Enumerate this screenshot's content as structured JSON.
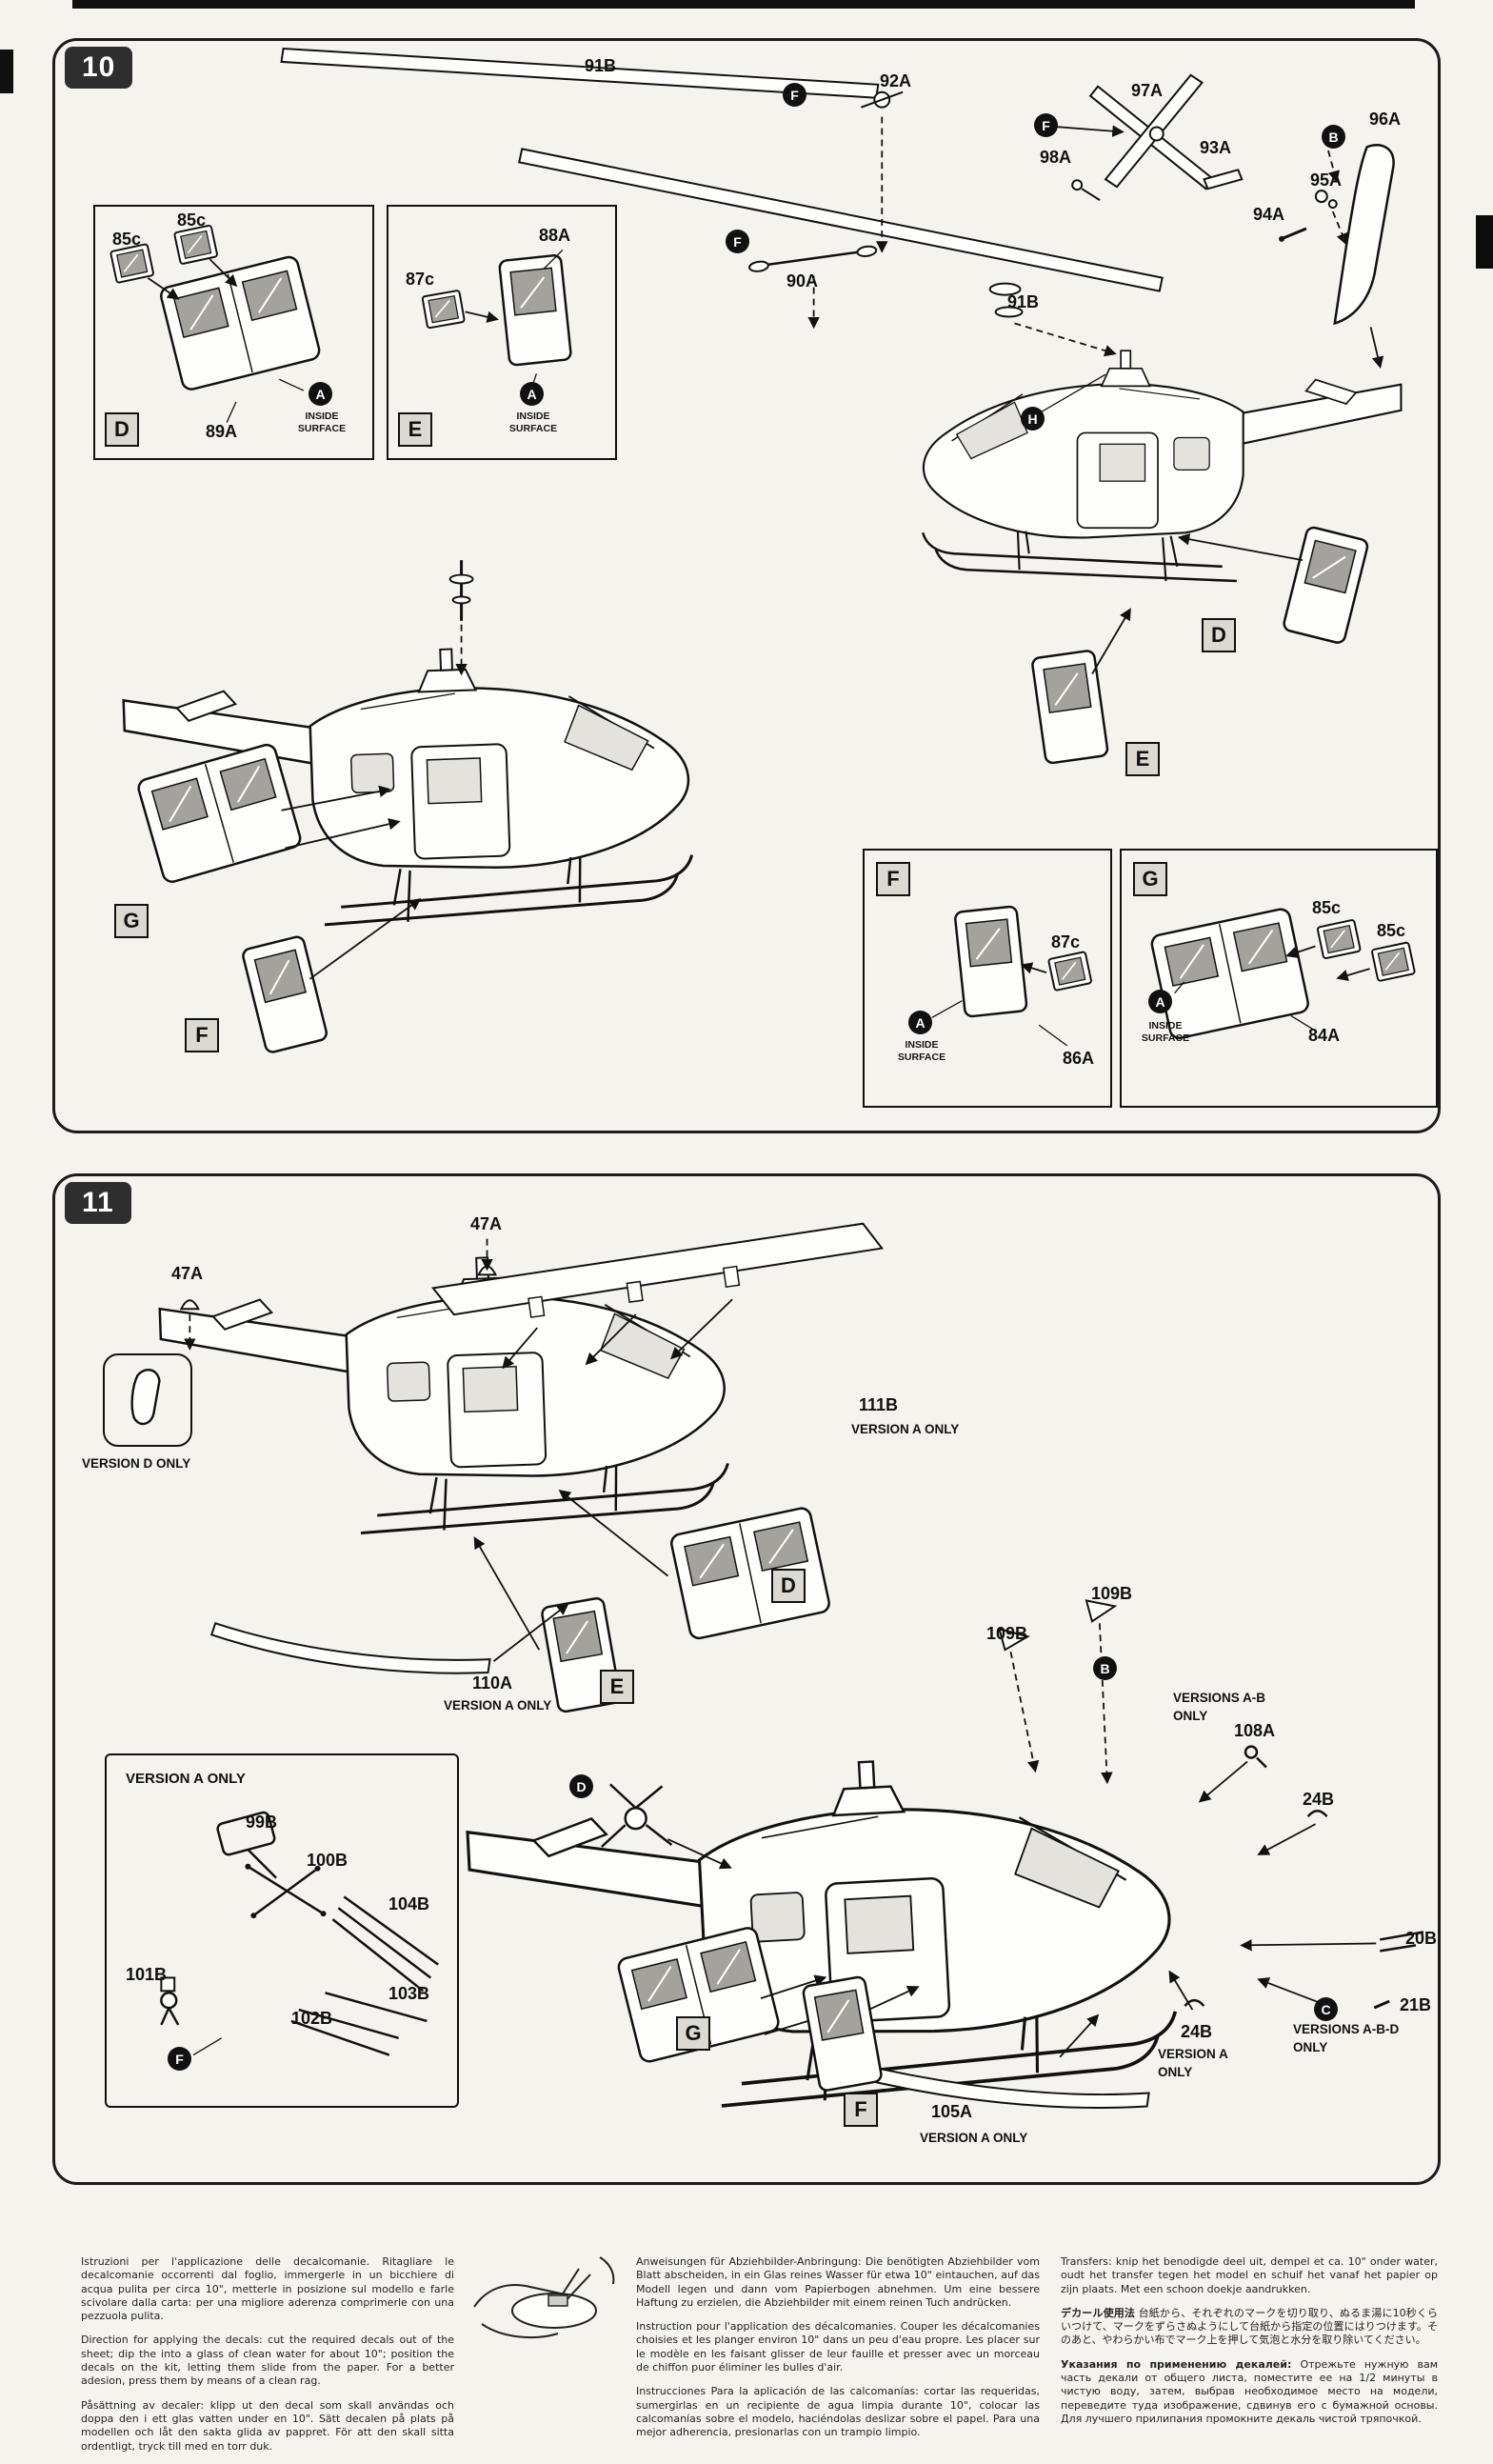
{
  "s10": {
    "num": "10",
    "p91b_1": "91B",
    "p92a": "92A",
    "p97a": "97A",
    "p96a": "96A",
    "p98a": "98A",
    "p93a": "93A",
    "p95a": "95A",
    "p94a": "94A",
    "p90a": "90A",
    "p91b_2": "91B",
    "cF": "F",
    "cB": "B",
    "cH": "H",
    "cA": "A",
    "bD": "D",
    "bE": "E",
    "bF": "F",
    "bG": "G",
    "inside1": "INSIDE",
    "inside2": "SURFACE",
    "d85c_1": "85c",
    "d85c_2": "85c",
    "d89a": "89A",
    "e88a": "88A",
    "e87c": "87c",
    "f87c": "87c",
    "f86a": "86A",
    "g85c_1": "85c",
    "g85c_2": "85c",
    "g84a": "84A"
  },
  "s11": {
    "num": "11",
    "p47a": "47A",
    "p111b": "111B",
    "p110a": "110A",
    "p109b": "109B",
    "p108a": "108A",
    "p24b": "24B",
    "p20b": "20B",
    "p21b": "21B",
    "p105a": "105A",
    "p99b": "99B",
    "p100b": "100B",
    "p101b": "101B",
    "p102b": "102B",
    "p103b": "103B",
    "p104b": "104B",
    "cB": "B",
    "cC": "C",
    "cD": "D",
    "cF": "F",
    "bD": "D",
    "bE": "E",
    "bF": "F",
    "bG": "G",
    "version_a_only": "VERSION A ONLY",
    "version_d_only": "VERSION D ONLY",
    "versions_ab": "VERSIONS A-B",
    "versions_abd": "VERSIONS A-B-D",
    "version_a": "VERSION A",
    "only": "ONLY"
  },
  "footer": {
    "it": "Istruzioni per l'applicazione delle decalcomanie. Ritagliare le decalcomanie occorrenti dal foglio, immergerle in un bicchiere di acqua pulita per circa 10\", metterle in posizione sul modello e farle scivolare dalla carta: per una migliore aderenza comprimerle con una pezzuola pulita.",
    "en": "Direction for applying the decals: cut the required decals out of the sheet; dip the into a glass of clean water for about 10\"; position the decals on the kit, letting them slide from the paper. For a better adesion, press them by means of a clean rag.",
    "sv": "Påsättning av decaler: klipp ut den decal som skall användas och doppa den i ett glas vatten under en 10\". Sätt decalen på plats på modellen och låt den sakta glida av pappret. För att den skall sitta ordentligt, tryck till med en torr duk.",
    "de": "Anweisungen für Abziehbilder-Anbringung: Die benötigten Abziehbilder vom Blatt abscheiden, in ein Glas reines Wasser für etwa 10\" eintauchen, auf das Modell legen und dann vom Papierbogen abnehmen. Um eine bessere Haftung zu erzielen, die Abziehbilder mit einem reinen Tuch andrücken.",
    "fr": "Instruction pour l'application des décalcomanies. Couper les décalcomanies choisies et les planger environ 10\" dans un peu d'eau propre. Les placer sur le modèle en les faisant glisser de leur fauille et presser avec un morceau de chiffon puor éliminer les bulles d'air.",
    "es": "Instrucciones Para la aplicación de las calcomanías: cortar las requeridas, sumergirlas en un recipiente de agua limpia durante 10\", colocar las calcomanías sobre el modelo, haciéndolas deslizar sobre el papel. Para una mejor adherencia, presionarlas con un trampio limpio.",
    "nl": "Transfers: knip het benodigde deel uit, dempel et ca. 10\" onder water, oudt het transfer tegen het model en schuif het vanaf het papier op zijn plaats. Met een schoon doekje aandrukken.",
    "ja_lead": "デカール使用法",
    "ja": "台紙から、それぞれのマークを切り取り、ぬるま湯に10秒くらいつけて、マークをずらさぬようにして台紙から指定の位置にはりつけます。そのあと、やわらかい布でマーク上を押して気泡と水分を取り除いてください。",
    "ru_lead": "Указания по применению декалей:",
    "ru": "Отрежьте нужную вам часть декали от общего листа, поместите ее на 1/2 минуты в чистую воду, затем, выбрав необходимое место на модели, переведите туда изображение, сдвинув его с бумажной основы. Для лучшего прилипания промокните декаль чистой тряпочкой."
  }
}
